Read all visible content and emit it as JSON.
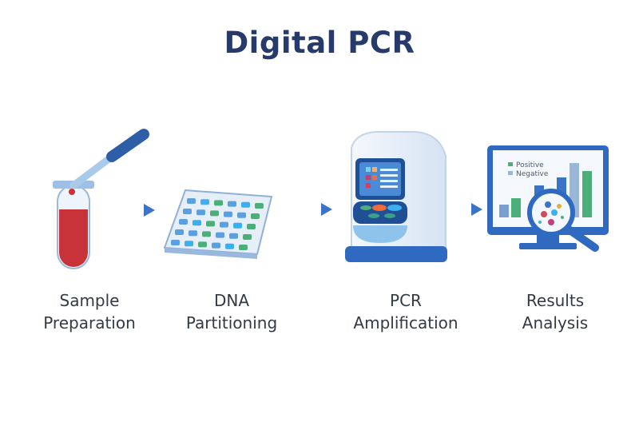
{
  "title": "Digital PCR",
  "steps": [
    {
      "line1": "Sample",
      "line2": "Preparation"
    },
    {
      "line1": "DNA",
      "line2": "Partitioning"
    },
    {
      "line1": "PCR",
      "line2": "Amplification"
    },
    {
      "line1": "Results",
      "line2": "Analysis"
    }
  ],
  "legend": {
    "positive": "Positive",
    "negative": "Negative"
  },
  "colors": {
    "title": "#263a6c",
    "accent": "#3b73c9",
    "positive": "#4caf7a",
    "negative": "#9bb7d8",
    "blood": "#c8333a"
  }
}
